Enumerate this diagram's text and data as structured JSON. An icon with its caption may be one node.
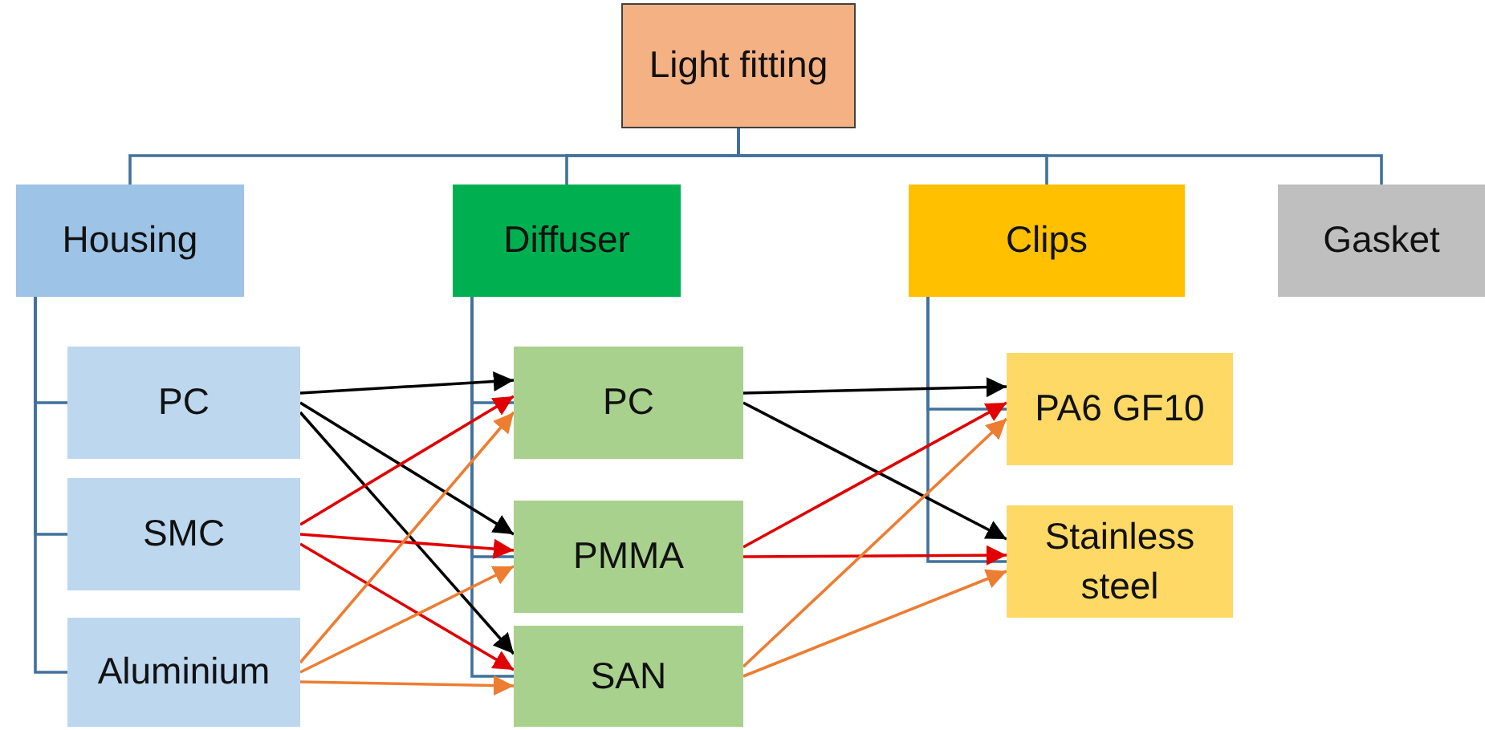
{
  "diagram": {
    "nodes": [
      {
        "text": [
          "Light fitting"
        ]
      },
      {
        "text": [
          "Housing"
        ]
      },
      {
        "text": [
          "Diffuser"
        ]
      },
      {
        "text": [
          "Clips"
        ]
      },
      {
        "text": [
          "Gasket"
        ]
      },
      {
        "text": [
          "PC"
        ]
      },
      {
        "text": [
          "SMC"
        ]
      },
      {
        "text": [
          "Aluminium"
        ]
      },
      {
        "text": [
          "PC"
        ]
      },
      {
        "text": [
          "PMMA"
        ]
      },
      {
        "text": [
          "SAN"
        ]
      },
      {
        "text": [
          "PA6 GF10"
        ]
      },
      {
        "text": [
          "Stainless steel"
        ]
      }
    ],
    "edges": [
      {
        "from": 0,
        "to": 1,
        "arrow": "none"
      },
      {
        "from": 0,
        "to": 2,
        "arrow": "none"
      },
      {
        "from": 0,
        "to": 3,
        "arrow": "none"
      },
      {
        "from": 0,
        "to": 4,
        "arrow": "none"
      },
      {
        "from": 1,
        "to": 5,
        "arrow": "none"
      },
      {
        "from": 1,
        "to": 6,
        "arrow": "none"
      },
      {
        "from": 1,
        "to": 7,
        "arrow": "none"
      },
      {
        "from": 2,
        "to": 8,
        "arrow": "none"
      },
      {
        "from": 2,
        "to": 9,
        "arrow": "none"
      },
      {
        "from": 2,
        "to": 10,
        "arrow": "none"
      },
      {
        "from": 3,
        "to": 11,
        "arrow": "none"
      },
      {
        "from": 3,
        "to": 12,
        "arrow": "none"
      },
      {
        "from": 5,
        "to": 8,
        "arrow": "to",
        "color": "#000000"
      },
      {
        "from": 5,
        "to": 9,
        "arrow": "to",
        "color": "#000000"
      },
      {
        "from": 5,
        "to": 10,
        "arrow": "to",
        "color": "#000000"
      },
      {
        "from": 6,
        "to": 8,
        "arrow": "to",
        "color": "#e00000"
      },
      {
        "from": 6,
        "to": 9,
        "arrow": "to",
        "color": "#e00000"
      },
      {
        "from": 6,
        "to": 10,
        "arrow": "to",
        "color": "#e00000"
      },
      {
        "from": 7,
        "to": 8,
        "arrow": "to",
        "color": "#ed7d31"
      },
      {
        "from": 7,
        "to": 9,
        "arrow": "to",
        "color": "#ed7d31"
      },
      {
        "from": 7,
        "to": 10,
        "arrow": "to",
        "color": "#ed7d31"
      },
      {
        "from": 8,
        "to": 11,
        "arrow": "to",
        "color": "#000000"
      },
      {
        "from": 8,
        "to": 12,
        "arrow": "to",
        "color": "#000000"
      },
      {
        "from": 9,
        "to": 11,
        "arrow": "to",
        "color": "#e00000"
      },
      {
        "from": 9,
        "to": 12,
        "arrow": "to",
        "color": "#e00000"
      },
      {
        "from": 10,
        "to": 11,
        "arrow": "to",
        "color": "#ed7d31"
      },
      {
        "from": 10,
        "to": 12,
        "arrow": "to",
        "color": "#ed7d31"
      }
    ]
  }
}
